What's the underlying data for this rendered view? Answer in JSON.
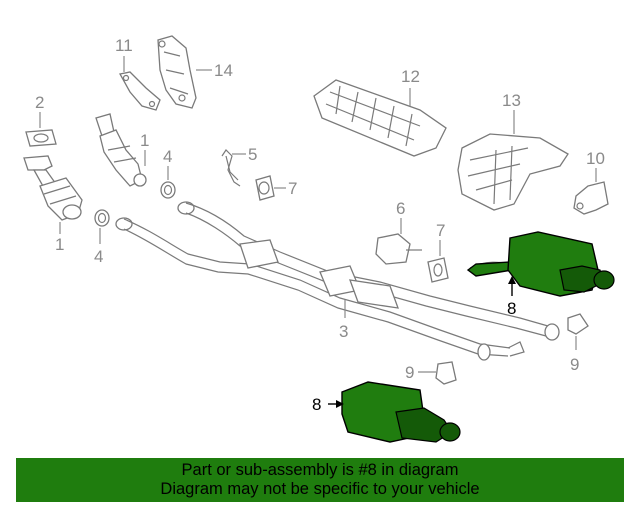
{
  "callouts": {
    "c11": "11",
    "c14": "14",
    "c2": "2",
    "c1a": "1",
    "c1b": "1",
    "c4a": "4",
    "c5": "5",
    "c7a": "7",
    "c12": "12",
    "c13": "13",
    "c10": "10",
    "c6": "6",
    "c7b": "7",
    "c4b": "4",
    "c3": "3",
    "c9a": "9",
    "c9b": "9",
    "c8a": "8",
    "c8b": "8"
  },
  "banner": {
    "line1": "Part or sub-assembly is #8 in diagram",
    "line2": "Diagram may not be specific to your vehicle"
  },
  "colors": {
    "highlight": "#207d0f",
    "banner": "#1f7d0e",
    "line": "#7a7a7a"
  }
}
